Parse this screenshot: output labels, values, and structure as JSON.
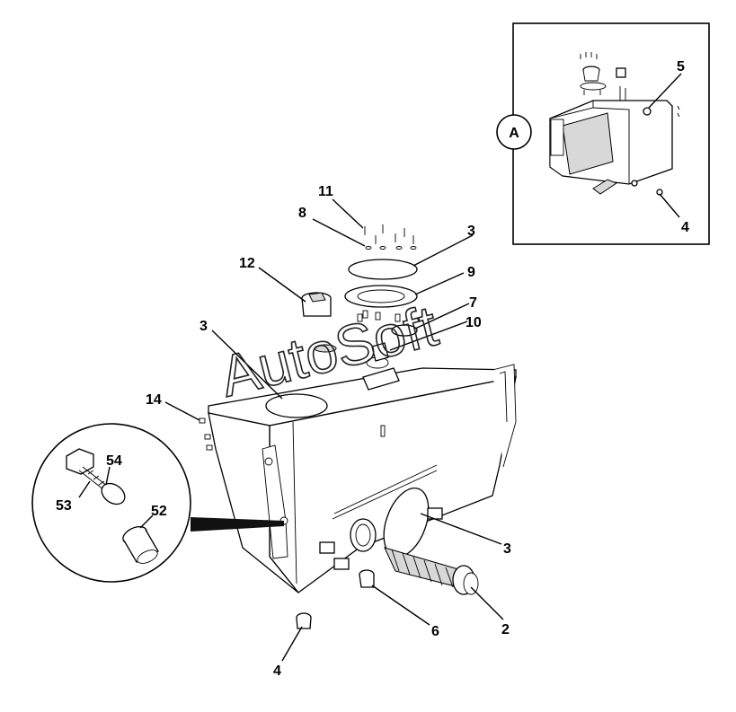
{
  "diagram": {
    "watermark": "AutoSoft",
    "inset": {
      "view_label": "A",
      "callouts": [
        "5",
        "4"
      ]
    },
    "callouts": {
      "c11": "11",
      "c8": "8",
      "c3_cover": "3",
      "c12": "12",
      "c9": "9",
      "c7": "7",
      "c10": "10",
      "c3_left": "3",
      "c14": "14",
      "c54": "54",
      "c53": "53",
      "c52": "52",
      "c3_side": "3",
      "c2": "2",
      "c6": "6",
      "c4": "4"
    }
  }
}
